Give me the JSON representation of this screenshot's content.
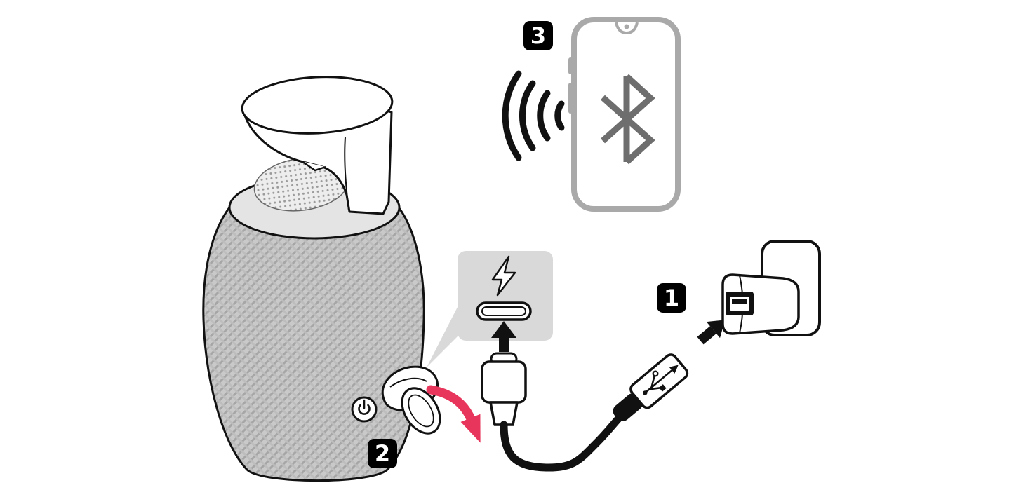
{
  "diagram": {
    "steps": {
      "step1": "1",
      "step2": "2",
      "step3": "3"
    },
    "colors": {
      "badge_bg": "#000000",
      "badge_text": "#ffffff",
      "arrow_red": "#e8355b",
      "panel_gray": "#d9d9d9",
      "phone_outline": "#a9a9a9",
      "bluetooth_gray": "#6e6e6e",
      "line_black": "#111111"
    },
    "icons": {
      "bluetooth": "bluetooth-icon",
      "charging_bolt": "charging-bolt-icon",
      "usb_logo": "usb-logo-icon",
      "power": "power-icon",
      "wireless_signal": "wireless-signal-icon"
    }
  }
}
